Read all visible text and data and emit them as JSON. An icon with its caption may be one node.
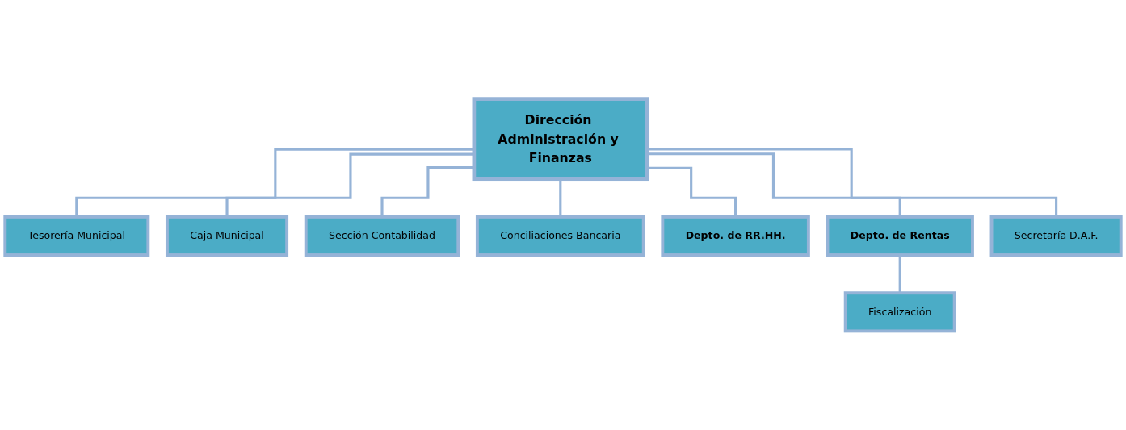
{
  "diagram": {
    "nodes": [
      {
        "text": [
          "Dirección Administración y Finanzas"
        ]
      },
      {
        "text": [
          "Tesorería Municipal"
        ]
      },
      {
        "text": [
          "Caja Municipal"
        ]
      },
      {
        "text": [
          "Sección Contabilidad"
        ]
      },
      {
        "text": [
          "Conciliaciones Bancaria"
        ]
      },
      {
        "text": [
          "Depto. de RR.HH."
        ]
      },
      {
        "text": [
          "Depto. de Rentas"
        ]
      },
      {
        "text": [
          "Secretaría D.A.F."
        ]
      },
      {
        "text": [
          "Fiscalización"
        ]
      }
    ],
    "edges": [
      {
        "from": 0,
        "to": 1,
        "arrow": "none"
      },
      {
        "from": 0,
        "to": 2,
        "arrow": "none"
      },
      {
        "from": 0,
        "to": 3,
        "arrow": "none"
      },
      {
        "from": 0,
        "to": 4,
        "arrow": "none"
      },
      {
        "from": 0,
        "to": 5,
        "arrow": "none"
      },
      {
        "from": 0,
        "to": 6,
        "arrow": "none"
      },
      {
        "from": 0,
        "to": 7,
        "arrow": "none"
      },
      {
        "from": 6,
        "to": 8,
        "arrow": "none"
      }
    ]
  }
}
